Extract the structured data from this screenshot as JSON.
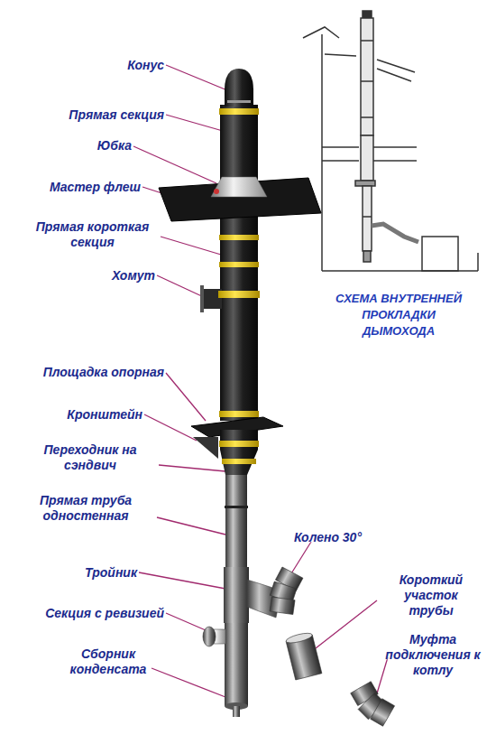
{
  "diagram": {
    "labels": [
      "Конус",
      "Прямая секция",
      "Юбка",
      "Мастер флеш",
      "Прямая короткая секция",
      "Хомут",
      "Площадка опорная",
      "Кронштейн",
      "Переходник на сэндвич",
      "Прямая труба одностенная",
      "Тройник",
      "Секция с ревизией",
      "Сборник конденсата",
      "Колено 30°",
      "Короткий участок трубы",
      "Муфта подключения к котлу",
      "СХЕМА ВНУТРЕННЕЙ ПРОКЛАДКИ ДЫМОХОДА"
    ]
  }
}
